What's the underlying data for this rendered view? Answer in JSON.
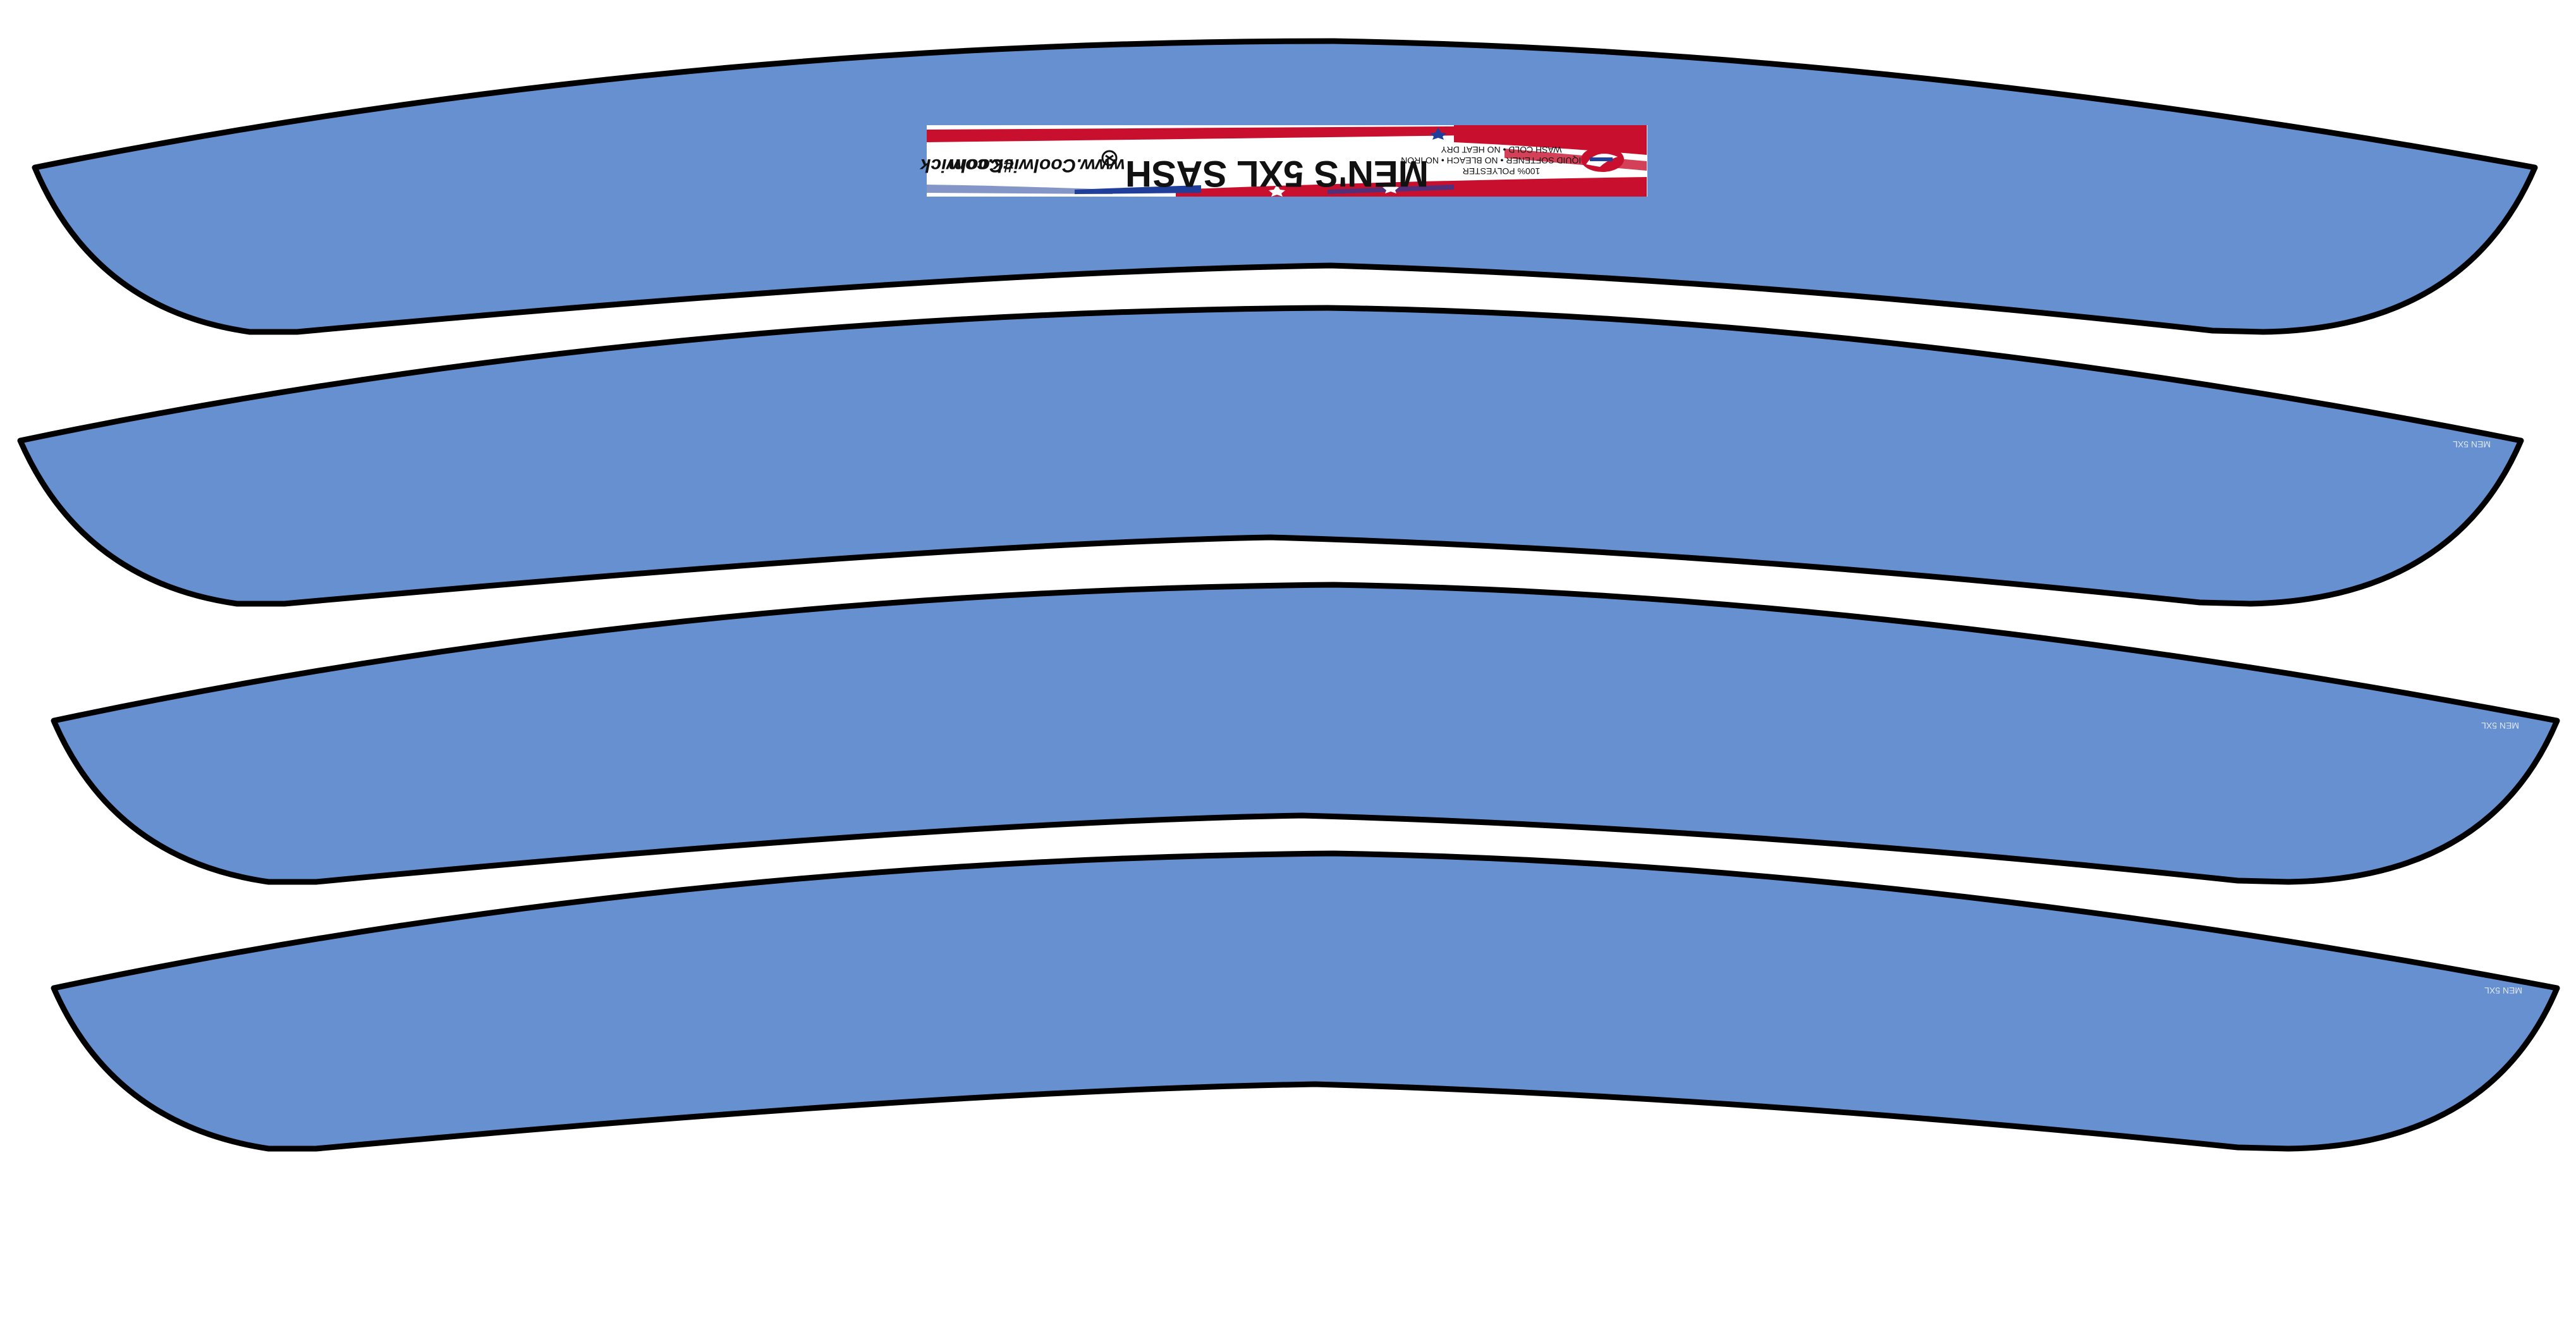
{
  "colors": {
    "panel_fill": "#6790d0",
    "panel_outline": "#000000",
    "background": "#ffffff",
    "tag_red": "#c8102e",
    "tag_blue": "#1f3f9a"
  },
  "tag": {
    "title": "MEN'S 5XL SASH",
    "website": "www.Coolwick.com",
    "hashtag": "#Coolwick",
    "care_line_1": "100% POLYESTER",
    "care_line_2": "NO LIQUID SOFTENER • NO BLEACH • NO IRON",
    "care_line_3": "WASH COLD • NO HEAT DRY",
    "logo_icon": "coolwick-brand-logo",
    "flag_icon": "flag-stripes-stars"
  },
  "size_marks": [
    "MEN 5XL",
    "MEN 5XL",
    "MEN 5XL"
  ]
}
